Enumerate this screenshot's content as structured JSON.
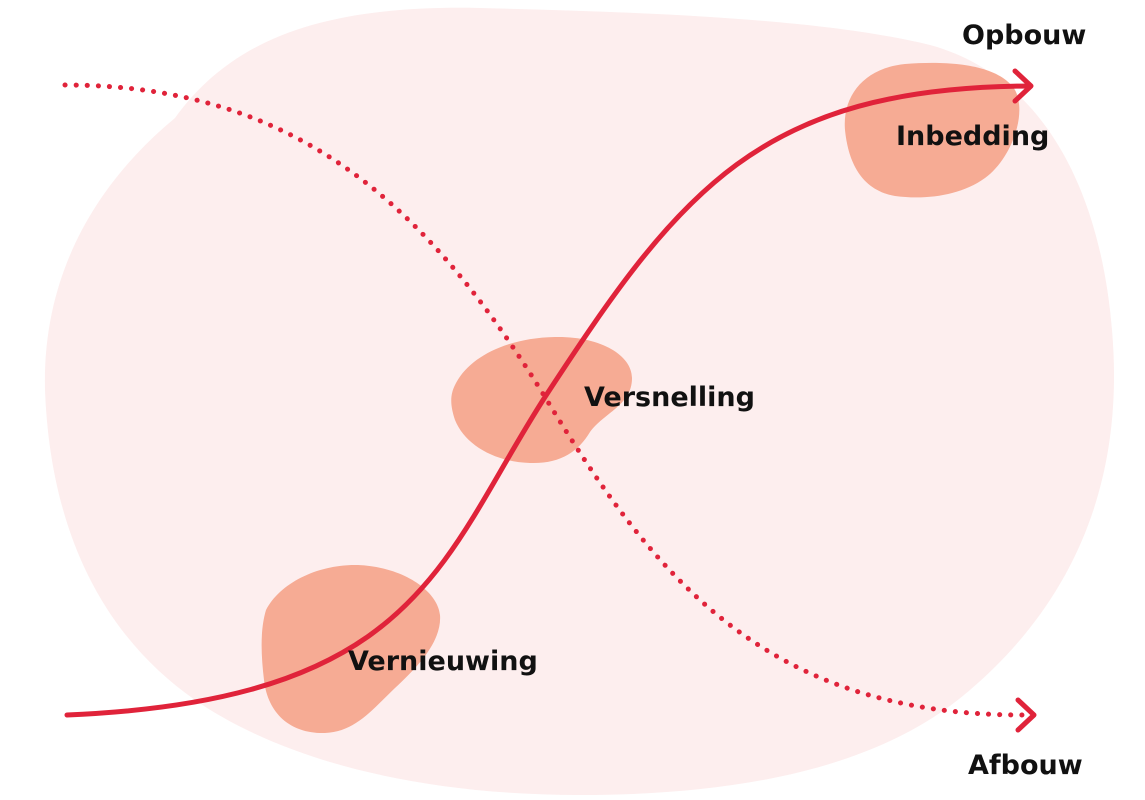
{
  "diagram": {
    "curves": {
      "opbouw": {
        "label": "Opbouw",
        "style": "solid"
      },
      "afbouw": {
        "label": "Afbouw",
        "style": "dotted"
      }
    },
    "phases": [
      {
        "label": "Inbedding"
      },
      {
        "label": "Versnelling"
      },
      {
        "label": "Vernieuwing"
      }
    ]
  },
  "colors": {
    "background_blob": "#fdeeee",
    "phase_blob": "#f6ab94",
    "curve": "#e0233a",
    "text": "#111111"
  }
}
